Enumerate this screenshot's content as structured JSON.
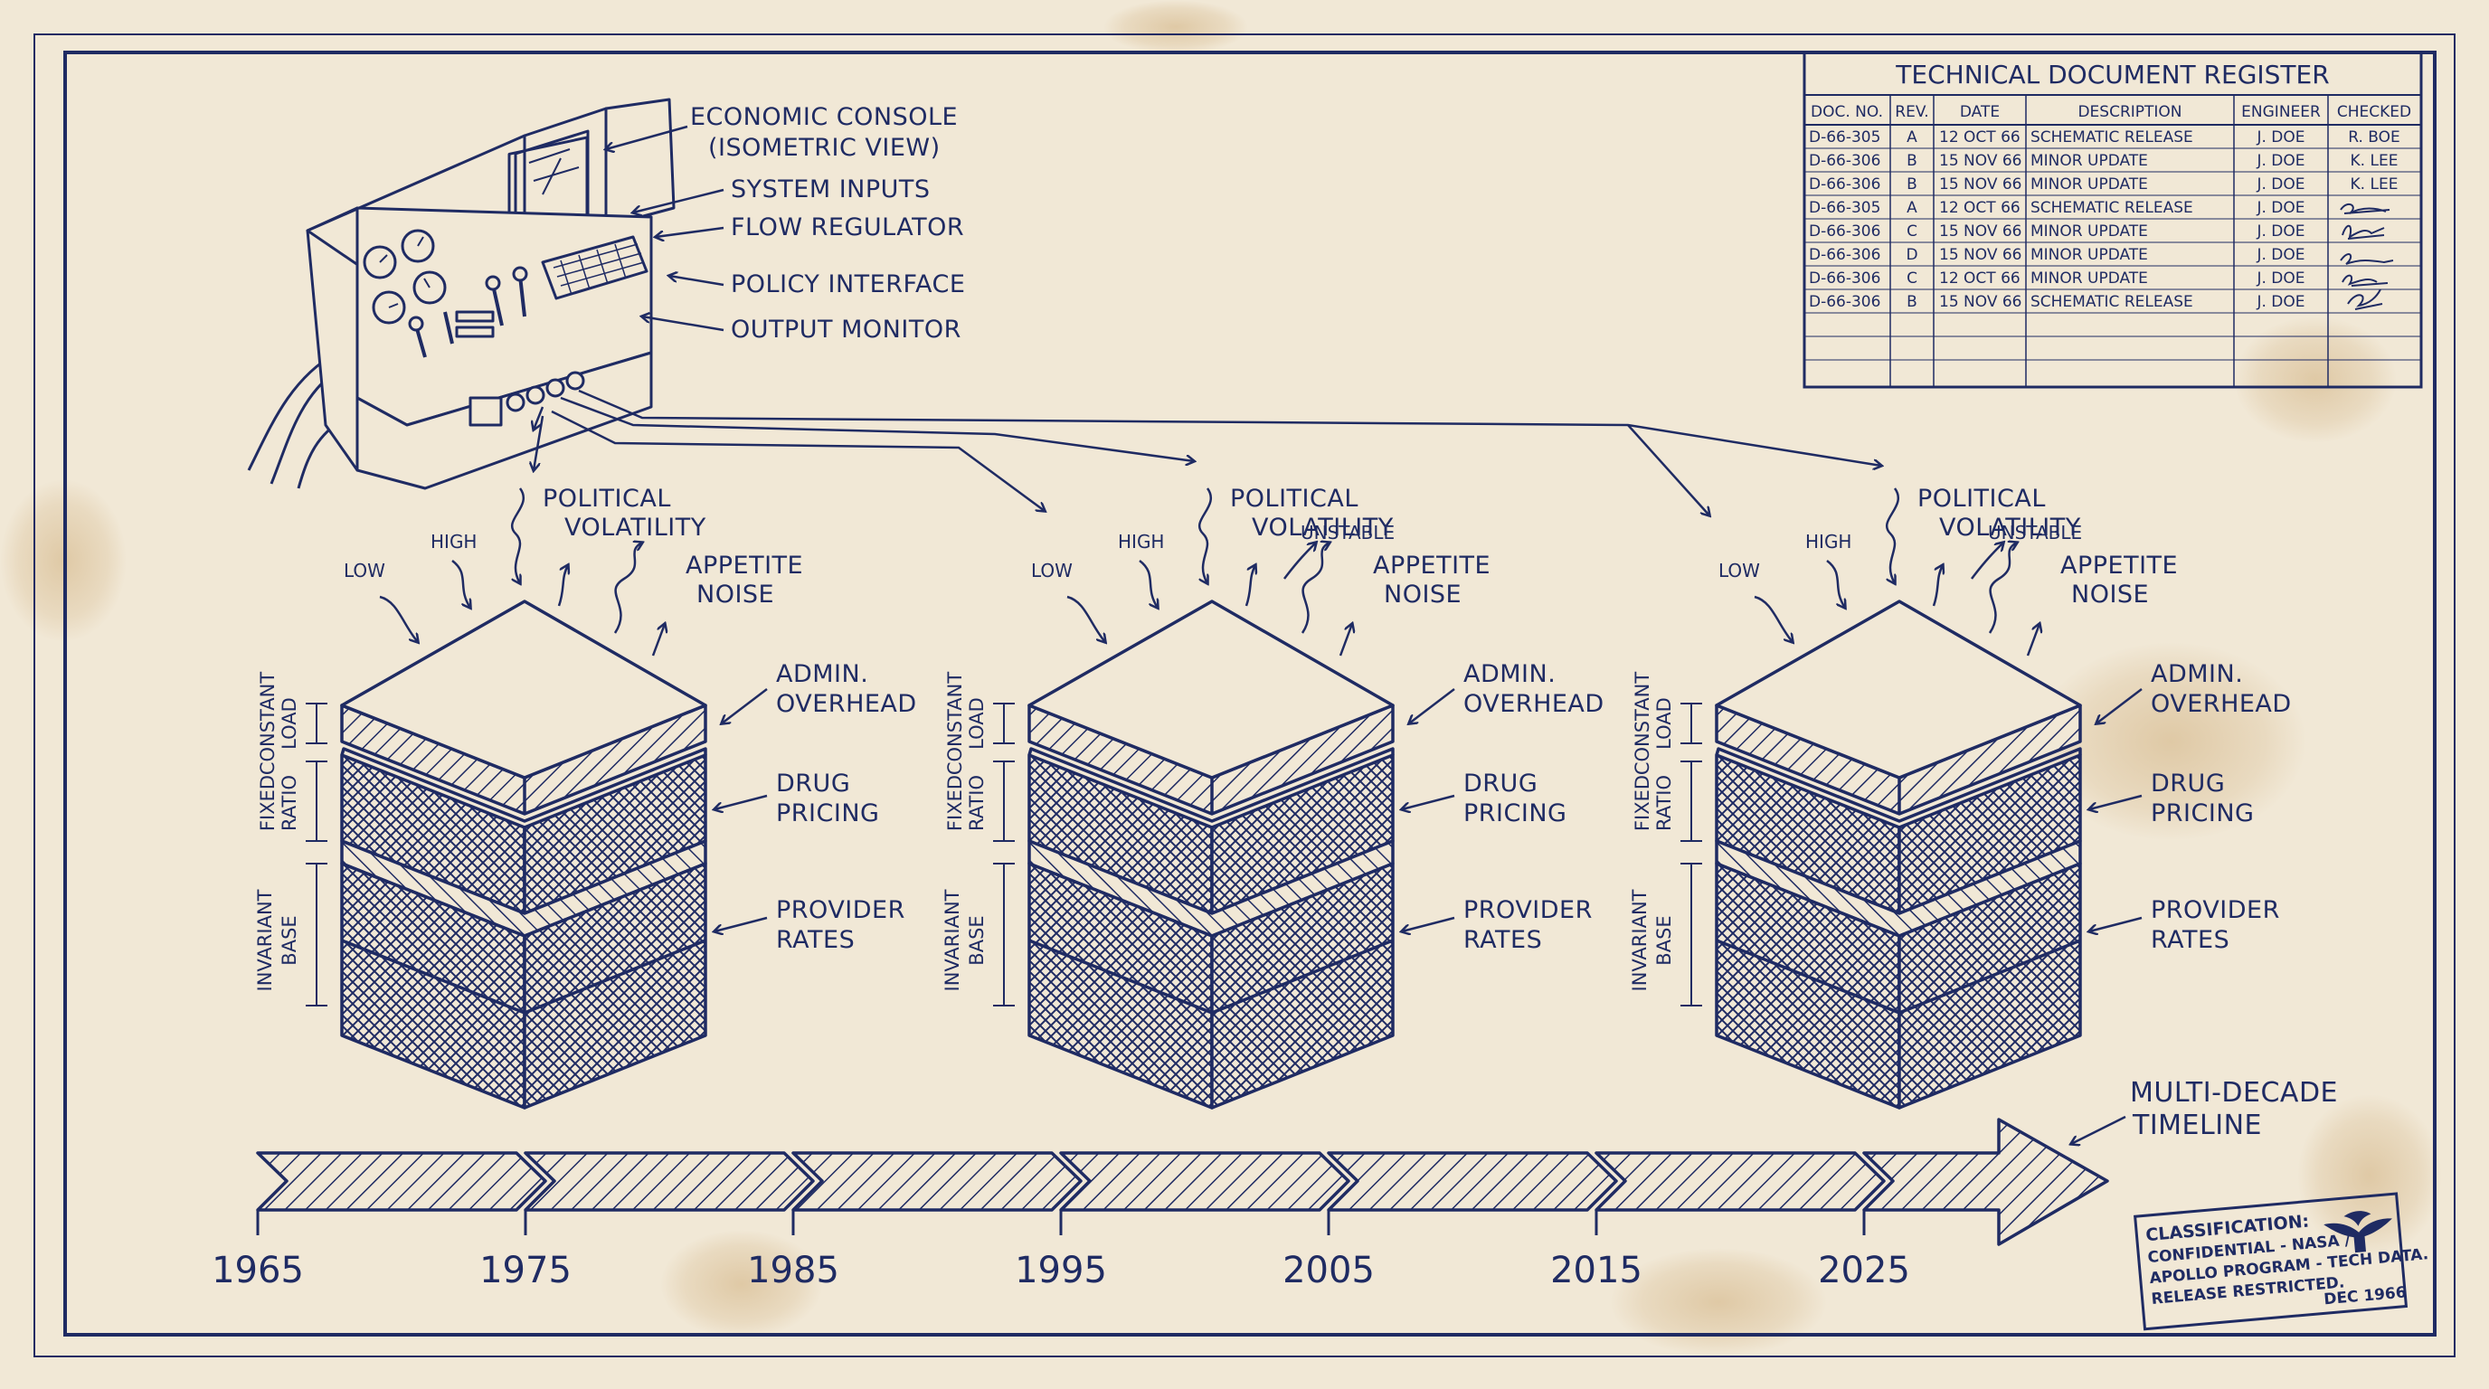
{
  "register": {
    "title": "TECHNICAL DOCUMENT REGISTER",
    "headers": [
      "DOC. NO.",
      "REV.",
      "DATE",
      "DESCRIPTION",
      "ENGINEER",
      "CHECKED"
    ],
    "rows": [
      [
        "D-66-305",
        "A",
        "12 OCT 66",
        "SCHEMATIC RELEASE",
        "J. DOE",
        "R. BOE"
      ],
      [
        "D-66-306",
        "B",
        "15 NOV 66",
        "MINOR UPDATE",
        "J. DOE",
        "K. LEE"
      ],
      [
        "D-66-306",
        "B",
        "15 NOV 66",
        "MINOR UPDATE",
        "J. DOE",
        "K. LEE"
      ],
      [
        "D-66-305",
        "A",
        "12 OCT 66",
        "SCHEMATIC RELEASE",
        "J. DOE",
        ""
      ],
      [
        "D-66-306",
        "C",
        "15 NOV 66",
        "MINOR UPDATE",
        "J. DOE",
        ""
      ],
      [
        "D-66-306",
        "D",
        "15 NOV 66",
        "MINOR UPDATE",
        "J. DOE",
        ""
      ],
      [
        "D-66-306",
        "C",
        "12 OCT 66",
        "MINOR UPDATE",
        "J. DOE",
        ""
      ],
      [
        "D-66-306",
        "B",
        "15 NOV 66",
        "SCHEMATIC RELEASE",
        "J. DOE",
        ""
      ]
    ]
  },
  "console": {
    "title_line1": "ECONOMIC CONSOLE",
    "title_line2": "(ISOMETRIC VIEW)",
    "system_inputs": "SYSTEM INPUTS",
    "flow_regulator": "FLOW REGULATOR",
    "policy_interface": "POLICY INTERFACE",
    "output_monitor": "OUTPUT MONITOR"
  },
  "stacks": [
    {
      "political_line1": "POLITICAL",
      "political_line2": "VOLATILITY",
      "appetite_line1": "APPETITE",
      "appetite_line2": "NOISE",
      "low": "LOW",
      "high": "HIGH",
      "unstable": "",
      "admin_line1": "ADMIN.",
      "admin_line2": "OVERHEAD",
      "drug_line1": "DRUG",
      "drug_line2": "PRICING",
      "provider_line1": "PROVIDER",
      "provider_line2": "RATES",
      "constant_line1": "CONSTANT",
      "constant_line2": "LOAD",
      "fixed_line1": "FIXED",
      "fixed_line2": "RATIO",
      "invariant_line1": "INVARIANT",
      "invariant_line2": "BASE"
    },
    {
      "political_line1": "POLITICAL",
      "political_line2": "VOLATILITY",
      "appetite_line1": "APPETITE",
      "appetite_line2": "NOISE",
      "low": "LOW",
      "high": "HIGH",
      "unstable": "UNSTABLE",
      "admin_line1": "ADMIN.",
      "admin_line2": "OVERHEAD",
      "drug_line1": "DRUG",
      "drug_line2": "PRICING",
      "provider_line1": "PROVIDER",
      "provider_line2": "RATES",
      "constant_line1": "CONSTANT",
      "constant_line2": "LOAD",
      "fixed_line1": "FIXED",
      "fixed_line2": "RATIO",
      "invariant_line1": "INVARIANT",
      "invariant_line2": "BASE"
    },
    {
      "political_line1": "POLITICAL",
      "political_line2": "VOLATILITY",
      "appetite_line1": "APPETITE",
      "appetite_line2": "NOISE",
      "low": "LOW",
      "high": "HIGH",
      "unstable": "UNSTABLE",
      "admin_line1": "ADMIN.",
      "admin_line2": "OVERHEAD",
      "drug_line1": "DRUG",
      "drug_line2": "PRICING",
      "provider_line1": "PROVIDER",
      "provider_line2": "RATES",
      "constant_line1": "CONSTANT",
      "constant_line2": "LOAD",
      "fixed_line1": "FIXED",
      "fixed_line2": "RATIO",
      "invariant_line1": "INVARIANT",
      "invariant_line2": "BASE"
    }
  ],
  "timeline": {
    "label_line1": "MULTI-DECADE",
    "label_line2": "TIMELINE",
    "years": [
      "1965",
      "1975",
      "1985",
      "1995",
      "2005",
      "2015",
      "2025"
    ]
  },
  "stamp": {
    "line1": "CLASSIFICATION:",
    "line2": "CONFIDENTIAL - NASA /",
    "line3": "APOLLO PROGRAM - TECH DATA.",
    "line4": "RELEASE RESTRICTED.",
    "date": "DEC 1966"
  },
  "colors": {
    "ink": "#1f2b63",
    "paper": "#f1e8d6",
    "stain": "#c9a36a"
  }
}
